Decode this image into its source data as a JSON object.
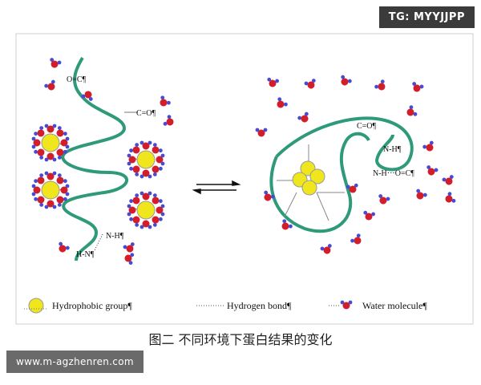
{
  "watermarks": {
    "top": "TG: MYYJJPP",
    "bottom": "www.m-agzhenren.com"
  },
  "caption": "图二  不同环境下蛋白结果的变化",
  "labels": {
    "oc_top": "O=C¶",
    "co_top_mid": "C=O¶",
    "nh_left": "N-H¶",
    "hn_left": "H-N¶",
    "co_right": "C=O¶",
    "nh_right": "N-H¶",
    "nh_oc_right": "N-H···O=C¶"
  },
  "legend": {
    "hydrophobic": "Hydrophobic group¶",
    "hbond": "Hydrogen bond¶",
    "water": "Water molecule¶"
  },
  "colors": {
    "chain": "#2e9a7a",
    "hydrophobic": "#f0e61e",
    "water_o": "#d21e2a",
    "water_h": "#4a4ad0",
    "frame": "#cfcfcf"
  }
}
